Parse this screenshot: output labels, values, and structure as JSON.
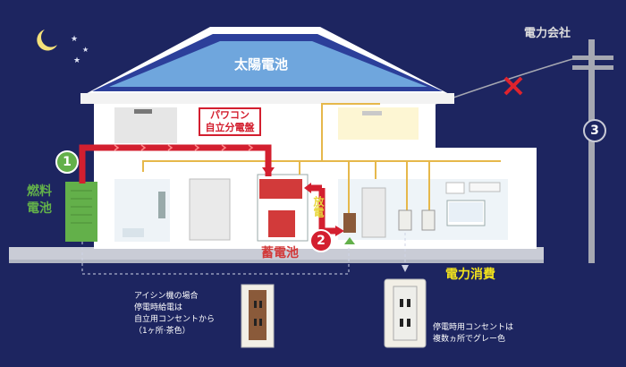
{
  "labels": {
    "solar_panel": "太陽電池",
    "power_company": "電力会社",
    "power_conditioner_line1": "パワコン",
    "power_conditioner_line2": "自立分電盤",
    "fuel_cell": "燃料\n電池",
    "discharge": "放電",
    "storage_battery": "蓄電池",
    "power_consumption": "電力消費"
  },
  "markers": {
    "fuel_cell_number": "1",
    "battery_number": "2",
    "utility_number": "3"
  },
  "notes": {
    "aisin_caption": "アイシン機の場合\n停電時給電は\n自立用コンセントから\n（1ヶ所·茶色）",
    "gray_caption": "停電時用コンセントは\n複数ヵ所でグレー色"
  },
  "colors": {
    "background": "#1d2560",
    "house": "#ffffff",
    "roof": "#2c3f9a",
    "panel": "#6fa6dd",
    "flow": "#d31f2f",
    "wire": "#e6b84b",
    "fuel_cell": "#63b04a",
    "consumption_text": "#f2e21d",
    "outlet_brown": "#8a5a3a",
    "outlet_gray": "#eeeeea"
  }
}
